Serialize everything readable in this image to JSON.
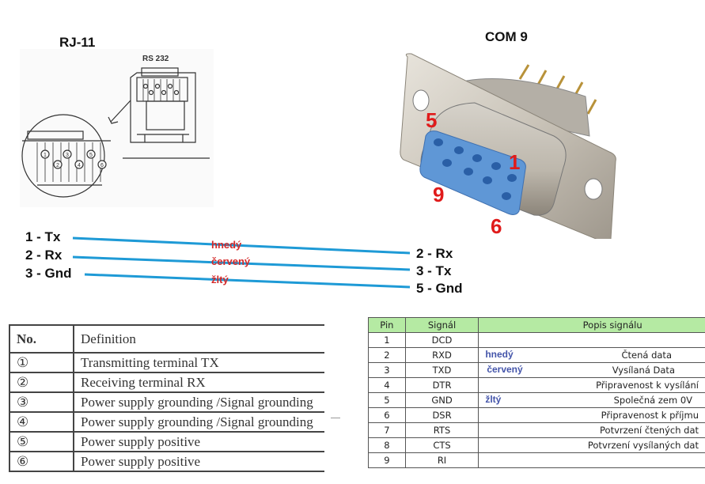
{
  "rj11": {
    "title": "RJ-11",
    "diagram_label": "RS 232",
    "pin_circles": [
      "1",
      "2",
      "3",
      "4",
      "5",
      "6"
    ]
  },
  "com": {
    "title": "COM 9",
    "pin_markers": {
      "p5": "5",
      "p1": "1",
      "p9": "9",
      "p6": "6"
    }
  },
  "wiring": {
    "left": [
      "1 - Tx",
      "2 - Rx",
      "3 - Gnd"
    ],
    "right": [
      "2 - Rx",
      "3 - Tx",
      "5 - Gnd"
    ],
    "colors": [
      "hnedý",
      "červený",
      "žltý"
    ],
    "line_color": "#1e9ad6"
  },
  "rj11_table": {
    "headers": [
      "No.",
      "Definition"
    ],
    "rows": [
      {
        "no": "①",
        "definition": "Transmitting terminal TX"
      },
      {
        "no": "②",
        "definition": "Receiving terminal RX"
      },
      {
        "no": "③",
        "definition": "Power supply grounding /Signal grounding"
      },
      {
        "no": "④",
        "definition": "Power supply grounding /Signal grounding"
      },
      {
        "no": "⑤",
        "definition": "Power supply positive"
      },
      {
        "no": "⑥",
        "definition": "Power supply positive"
      }
    ]
  },
  "com_table": {
    "headers": [
      "Pin",
      "Signál",
      "Popis signálu"
    ],
    "header_bg": "#b5eaa3",
    "rows": [
      {
        "pin": "1",
        "signal": "DCD",
        "wire": "",
        "description": ""
      },
      {
        "pin": "2",
        "signal": "RXD",
        "wire": "hnedý",
        "description": "Čtená data"
      },
      {
        "pin": "3",
        "signal": "TXD",
        "wire": "červený",
        "description": "Vysílaná Data"
      },
      {
        "pin": "4",
        "signal": "DTR",
        "wire": "",
        "description": "Připravenost k vysílání"
      },
      {
        "pin": "5",
        "signal": "GND",
        "wire": "žltý",
        "description": "Společná zem 0V"
      },
      {
        "pin": "6",
        "signal": "DSR",
        "wire": "",
        "description": "Připravenost k příjmu"
      },
      {
        "pin": "7",
        "signal": "RTS",
        "wire": "",
        "description": "Potvrzení čtených dat"
      },
      {
        "pin": "8",
        "signal": "CTS",
        "wire": "",
        "description": "Potvrzení vysílaných dat"
      },
      {
        "pin": "9",
        "signal": "RI",
        "wire": "",
        "description": ""
      }
    ]
  }
}
